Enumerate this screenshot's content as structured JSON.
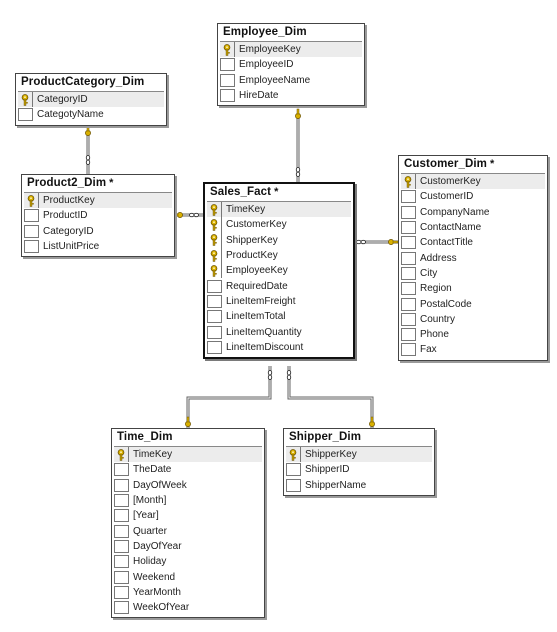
{
  "tables": {
    "employee_dim": {
      "title": "Employee_Dim",
      "mark": "",
      "columns": [
        {
          "name": "EmployeeKey",
          "key": true
        },
        {
          "name": "EmployeeID",
          "key": false
        },
        {
          "name": "EmployeeName",
          "key": false
        },
        {
          "name": "HireDate",
          "key": false
        }
      ]
    },
    "productcategory_dim": {
      "title": "ProductCategory_Dim",
      "mark": "",
      "columns": [
        {
          "name": "CategoryID",
          "key": true
        },
        {
          "name": "CategotyName",
          "key": false
        }
      ]
    },
    "product2_dim": {
      "title": "Product2_Dim",
      "mark": "*",
      "columns": [
        {
          "name": "ProductKey",
          "key": true
        },
        {
          "name": "ProductID",
          "key": false
        },
        {
          "name": "CategoryID",
          "key": false
        },
        {
          "name": "ListUnitPrice",
          "key": false
        }
      ]
    },
    "sales_fact": {
      "title": "Sales_Fact",
      "mark": "*",
      "columns": [
        {
          "name": "TimeKey",
          "key": true
        },
        {
          "name": "CustomerKey",
          "key": true
        },
        {
          "name": "ShipperKey",
          "key": true
        },
        {
          "name": "ProductKey",
          "key": true
        },
        {
          "name": "EmployeeKey",
          "key": true
        },
        {
          "name": "RequiredDate",
          "key": false
        },
        {
          "name": "LineItemFreight",
          "key": false
        },
        {
          "name": "LineItemTotal",
          "key": false
        },
        {
          "name": "LineItemQuantity",
          "key": false
        },
        {
          "name": "LineItemDiscount",
          "key": false
        }
      ]
    },
    "customer_dim": {
      "title": "Customer_Dim",
      "mark": "*",
      "columns": [
        {
          "name": "CustomerKey",
          "key": true
        },
        {
          "name": "CustomerID",
          "key": false
        },
        {
          "name": "CompanyName",
          "key": false
        },
        {
          "name": "ContactName",
          "key": false
        },
        {
          "name": "ContactTitle",
          "key": false
        },
        {
          "name": "Address",
          "key": false
        },
        {
          "name": "City",
          "key": false
        },
        {
          "name": "Region",
          "key": false
        },
        {
          "name": "PostalCode",
          "key": false
        },
        {
          "name": "Country",
          "key": false
        },
        {
          "name": "Phone",
          "key": false
        },
        {
          "name": "Fax",
          "key": false
        }
      ]
    },
    "time_dim": {
      "title": "Time_Dim",
      "mark": "",
      "columns": [
        {
          "name": "TimeKey",
          "key": true
        },
        {
          "name": "TheDate",
          "key": false
        },
        {
          "name": "DayOfWeek",
          "key": false
        },
        {
          "name": "[Month]",
          "key": false
        },
        {
          "name": "[Year]",
          "key": false
        },
        {
          "name": "Quarter",
          "key": false
        },
        {
          "name": "DayOfYear",
          "key": false
        },
        {
          "name": "Holiday",
          "key": false
        },
        {
          "name": "Weekend",
          "key": false
        },
        {
          "name": "YearMonth",
          "key": false
        },
        {
          "name": "WeekOfYear",
          "key": false
        }
      ]
    },
    "shipper_dim": {
      "title": "Shipper_Dim",
      "mark": "",
      "columns": [
        {
          "name": "ShipperKey",
          "key": true
        },
        {
          "name": "ShipperID",
          "key": false
        },
        {
          "name": "ShipperName",
          "key": false
        }
      ]
    }
  },
  "relationships": [
    {
      "from": "sales_fact",
      "to": "employee_dim"
    },
    {
      "from": "product2_dim",
      "to": "productcategory_dim"
    },
    {
      "from": "sales_fact",
      "to": "product2_dim"
    },
    {
      "from": "sales_fact",
      "to": "customer_dim"
    },
    {
      "from": "sales_fact",
      "to": "time_dim"
    },
    {
      "from": "sales_fact",
      "to": "shipper_dim"
    }
  ],
  "icons": {
    "primary_key": "key-icon",
    "line_end": "key-icon",
    "many_end": "infinity-icon"
  },
  "colors": {
    "key_gold": "#d9b000",
    "border": "#444444",
    "row_highlight": "#ececec",
    "link": "#666666"
  }
}
